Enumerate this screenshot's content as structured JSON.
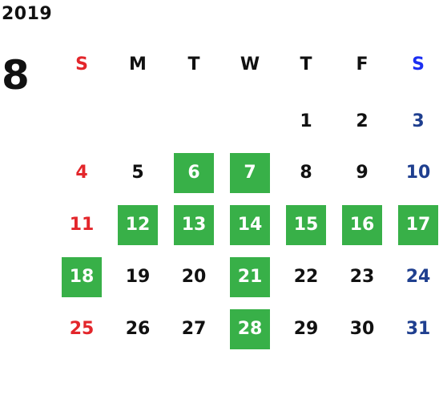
{
  "calendar": {
    "year": "2019",
    "month": "8",
    "colors": {
      "sunday": "#e3262b",
      "saturday": "#1f3f8f",
      "saturday_header": "#1c2ff2",
      "weekday": "#111111",
      "highlight_bg": "#38b048",
      "highlight_text": "#ffffff"
    },
    "weekdays": [
      {
        "label": "S",
        "kind": "sunday"
      },
      {
        "label": "M",
        "kind": "weekday"
      },
      {
        "label": "T",
        "kind": "weekday"
      },
      {
        "label": "W",
        "kind": "weekday"
      },
      {
        "label": "T",
        "kind": "weekday"
      },
      {
        "label": "F",
        "kind": "weekday"
      },
      {
        "label": "S",
        "kind": "saturday"
      }
    ],
    "first_weekday_index": 4,
    "days_in_month": 31,
    "highlighted_days": [
      6,
      7,
      12,
      13,
      14,
      15,
      16,
      17,
      18,
      21,
      28
    ]
  }
}
